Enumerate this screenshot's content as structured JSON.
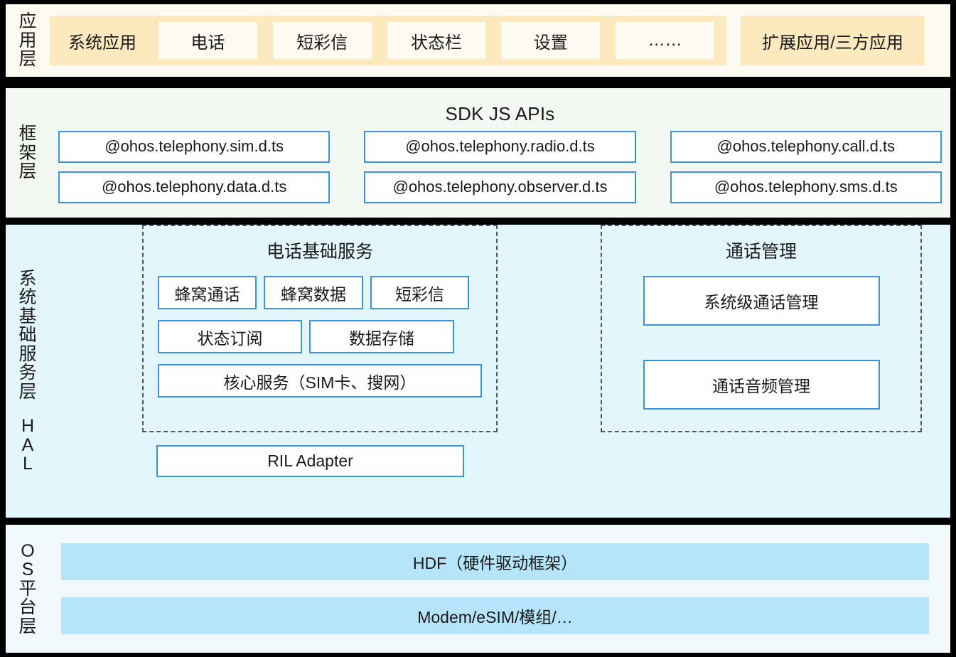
{
  "layers": {
    "app": {
      "label_chars": [
        "应",
        "用",
        "层"
      ],
      "system_group_label": "系统应用",
      "system_apps": [
        "电话",
        "短彩信",
        "状态栏",
        "设置",
        "……"
      ],
      "extension_label": "扩展应用/三方应用",
      "band_color": "#fce9be",
      "panel_color": "#fdfaf2"
    },
    "framework": {
      "label_chars": [
        "框",
        "架",
        "层"
      ],
      "title": "SDK JS APIs",
      "apis_row1": [
        "@ohos.telephony.sim.d.ts",
        "@ohos.telephony.radio.d.ts",
        "@ohos.telephony.call.d.ts"
      ],
      "apis_row2": [
        "@ohos.telephony.data.d.ts",
        "@ohos.telephony.observer.d.ts",
        "@ohos.telephony.sms.d.ts"
      ],
      "panel_color": "#f4f8f2",
      "box_border_color": "#3b93de"
    },
    "services": {
      "label_chars": [
        "系",
        "统",
        "基",
        "础",
        "服",
        "务",
        "层"
      ],
      "label_chars2": [
        "H",
        "A",
        "L"
      ],
      "panel_color": "#e2f6fb",
      "telephony_group": {
        "title": "电话基础服务",
        "row1": [
          "蜂窝通话",
          "蜂窝数据",
          "短彩信"
        ],
        "row2": [
          "状态订阅",
          "数据存储"
        ],
        "row3": [
          "核心服务（SIM卡、搜网）"
        ]
      },
      "ril_adapter": "RIL Adapter",
      "call_group": {
        "title": "通话管理",
        "boxes": [
          "系统级通话管理",
          "通话音频管理"
        ]
      }
    },
    "os": {
      "label_chars": [
        "O",
        "S",
        "平",
        "台",
        "层"
      ],
      "bars": [
        "HDF（硬件驱动框架）",
        "Modem/eSIM/模组/…"
      ],
      "panel_color": "#f2f9fd",
      "bar_color": "#b5e4fb"
    }
  }
}
